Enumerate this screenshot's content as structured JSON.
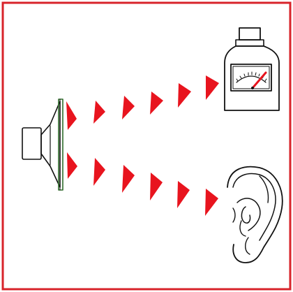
{
  "colors": {
    "frame": "#d8232a",
    "wave": "#e8141e",
    "ink": "#111111",
    "speaker_cone_edge": "#2e6b2a",
    "background": "#ffffff"
  },
  "diagram": {
    "icons": {
      "source": "loudspeaker-icon",
      "meter": "sound-level-meter-icon",
      "listener": "ear-icon"
    },
    "paths": [
      {
        "from": "loudspeaker",
        "to": "sound-level-meter",
        "wave_markers": 6
      },
      {
        "from": "loudspeaker",
        "to": "ear",
        "wave_markers": 6
      }
    ]
  }
}
